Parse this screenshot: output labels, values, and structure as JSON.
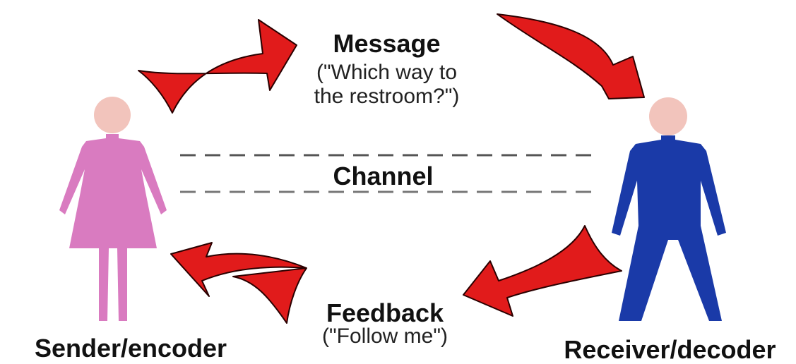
{
  "diagram": {
    "message": {
      "title": "Message",
      "line1": "(\"Which way to",
      "line2": "the restroom?\")"
    },
    "channel": "Channel",
    "feedback": {
      "title": "Feedback",
      "subtitle": "(\"Follow me\")"
    },
    "sender_label": "Sender/encoder",
    "receiver_label": "Receiver/decoder",
    "colors": {
      "sender_figure": "#d97bc0",
      "receiver_figure": "#1a3aa8",
      "head": "#f2c4bc",
      "arrow_fill": "#e11b1b",
      "arrow_stroke": "#2a0000",
      "channel_line": "#555555"
    }
  }
}
